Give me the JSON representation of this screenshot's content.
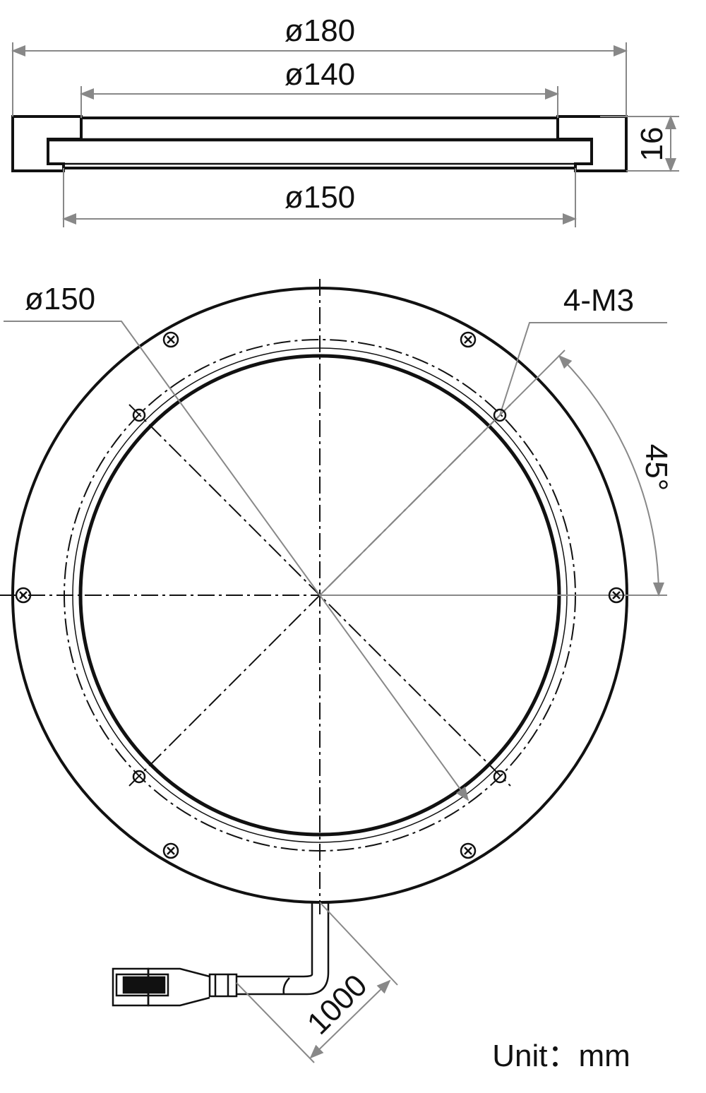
{
  "section_view": {
    "dim_outer": "ø180",
    "dim_inner": "ø140",
    "dim_lens": "ø150",
    "dim_height": "16"
  },
  "plan_view": {
    "dim_diameter": "ø150",
    "dim_holes": "4-M3",
    "dim_angle": "45°",
    "dim_cable": "1000"
  },
  "unit_label": "Unit：mm"
}
